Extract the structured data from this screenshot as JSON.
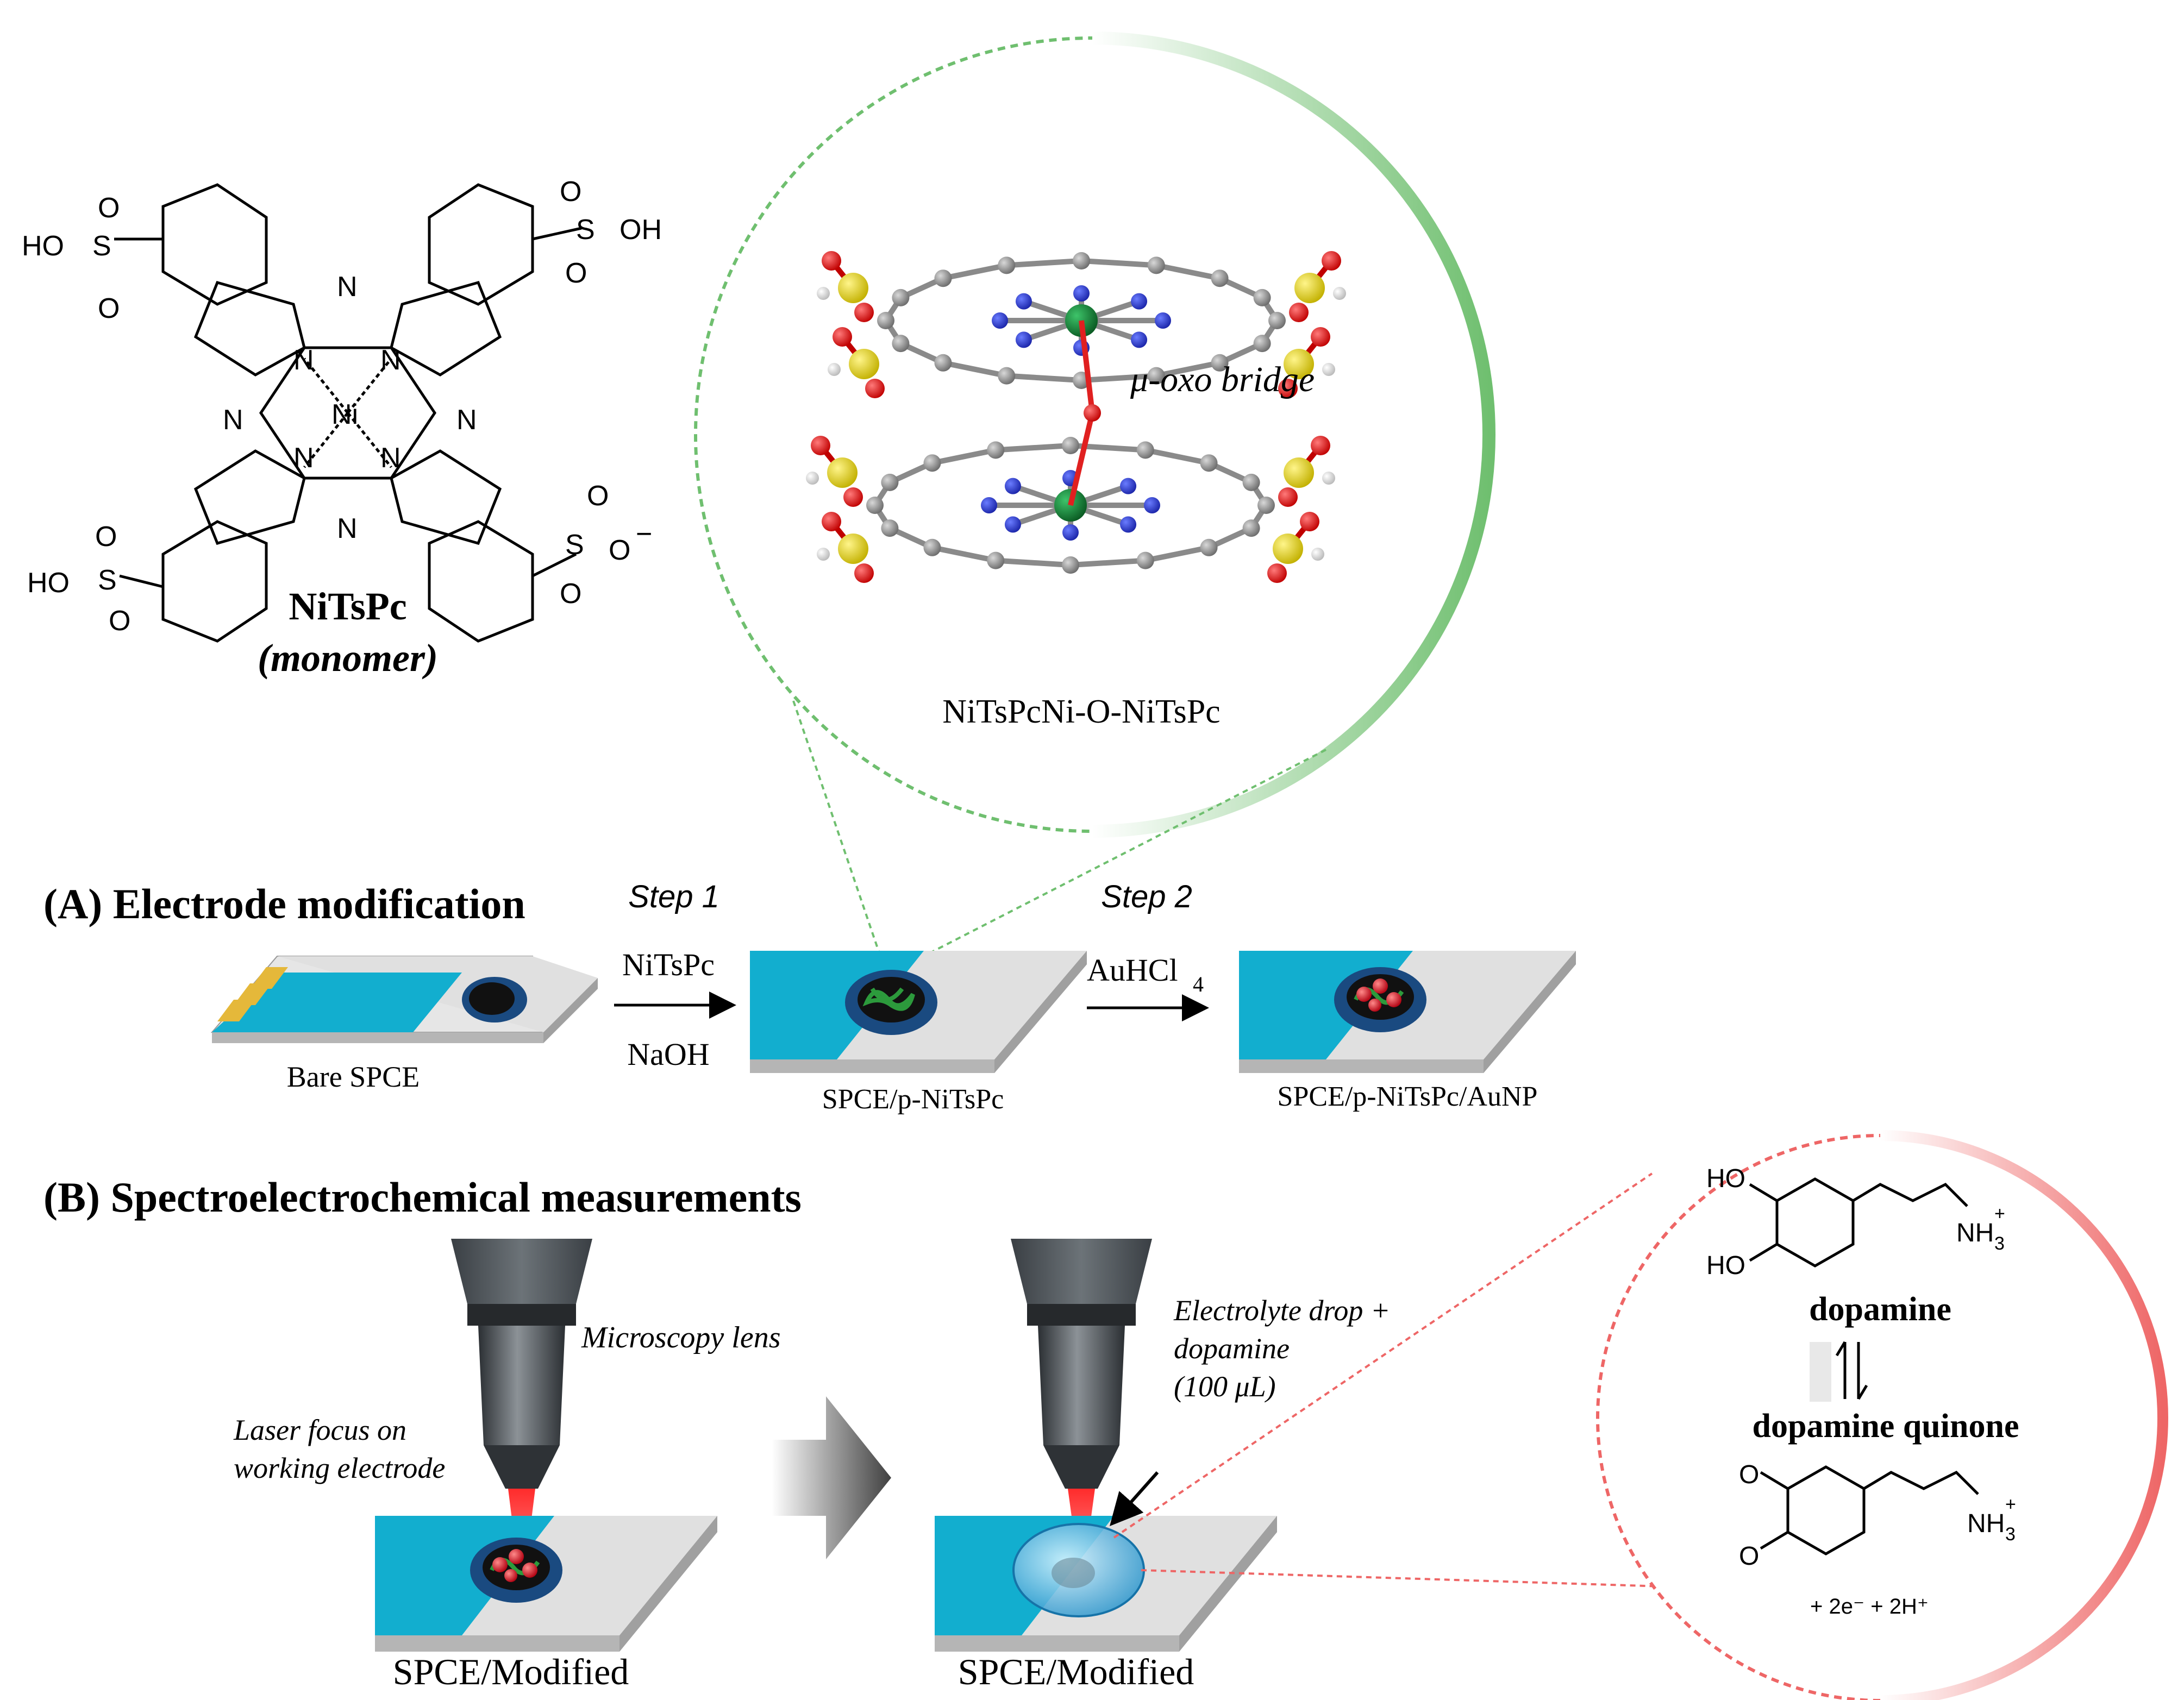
{
  "monomer": {
    "name": "NiTsPc",
    "note": "(monomer)",
    "labels": {
      "ho": "HO",
      "oh": "OH",
      "s": "S",
      "o": "O",
      "n": "N",
      "ni": "Ni",
      "minus": "−"
    }
  },
  "dimer_inset": {
    "bridge_label": "μ-oxo bridge",
    "caption": "NiTsPcNi-O-NiTsPc",
    "ring_color": "#6fbf6f"
  },
  "section_a": {
    "title": "(A) Electrode modification",
    "step1": {
      "label": "Step 1",
      "reagent_top": "NiTsPc",
      "reagent_bottom": "NaOH"
    },
    "step2": {
      "label": "Step 2",
      "reagent_main": "AuHCl",
      "reagent_sub": "4"
    },
    "electrodes": {
      "bare": "Bare SPCE",
      "polymer": "SPCE/p-NiTsPc",
      "gold": "SPCE/p-NiTsPc/AuNP"
    }
  },
  "section_b": {
    "title": "(B) Spectroelectrochemical measurements",
    "lens_label": "Microscopy lens",
    "laser_label_line1": "Laser focus on",
    "laser_label_line2": "working electrode",
    "drop_label_line1": "Electrolyte drop +",
    "drop_label_line2": "dopamine",
    "drop_label_line3": "(100 μL)",
    "left_caption": "SPCE/Modified",
    "right_caption": "SPCE/Modified"
  },
  "dopamine_inset": {
    "ring_color": "#ee6666",
    "ho1": "HO",
    "ho2": "HO",
    "nh3": "NH",
    "nh3_sub": "3",
    "plus": "+",
    "o1": "O",
    "o2": "O",
    "dopamine_label": "dopamine",
    "quinone_label": "dopamine quinone",
    "electrons": "+ 2e⁻ + 2H⁺"
  },
  "colors": {
    "electrode_blue": "#12aecf",
    "electrode_gray": "#cfcfcf",
    "polymer_green": "#2c9a3c",
    "gold_red": "#e0182a",
    "sulfur_yellow": "#e2d20f",
    "oxygen_red": "#e02020",
    "nitrogen_blue": "#2030d0",
    "nickel_green": "#0e7a2e",
    "carbon_gray": "#8a8a8a"
  }
}
